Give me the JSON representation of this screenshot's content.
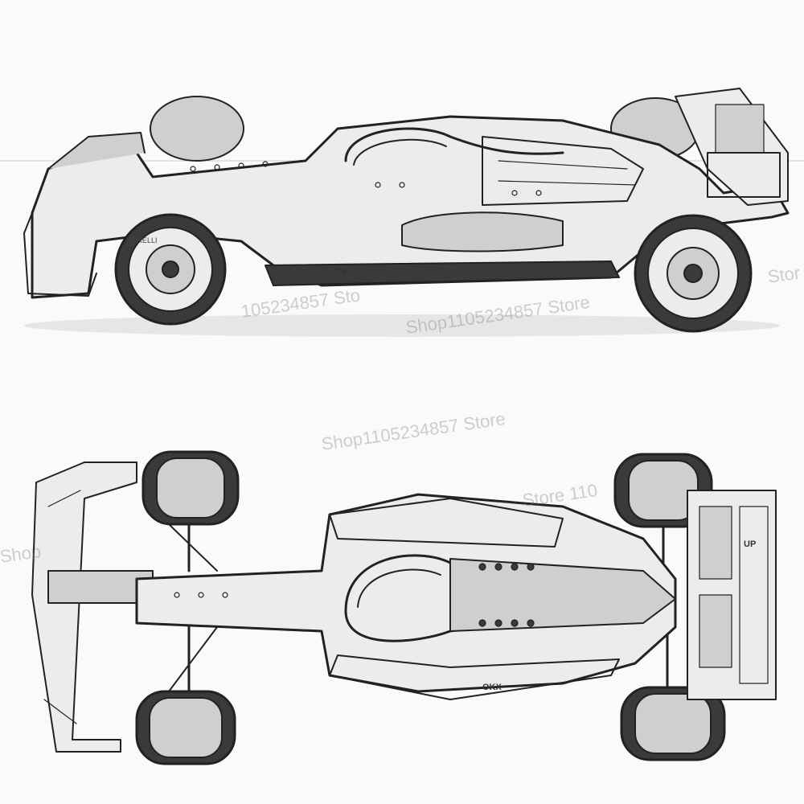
{
  "watermarks": {
    "side_left": "105234857 Sto",
    "side_center": "Shop1105234857 Store",
    "side_right": "Stor",
    "top_center": "Shop1105234857 Store",
    "top_right": "Store 110",
    "top_left": "Shop"
  },
  "side_view": {
    "car_number": "74",
    "sponsor_text": "PIRELLI"
  },
  "top_view": {
    "car_number": "OKX",
    "wing_text": "UP"
  },
  "colors": {
    "paper": "#fafaf8",
    "ink": "#222222",
    "shade": "#cfcfcf"
  }
}
